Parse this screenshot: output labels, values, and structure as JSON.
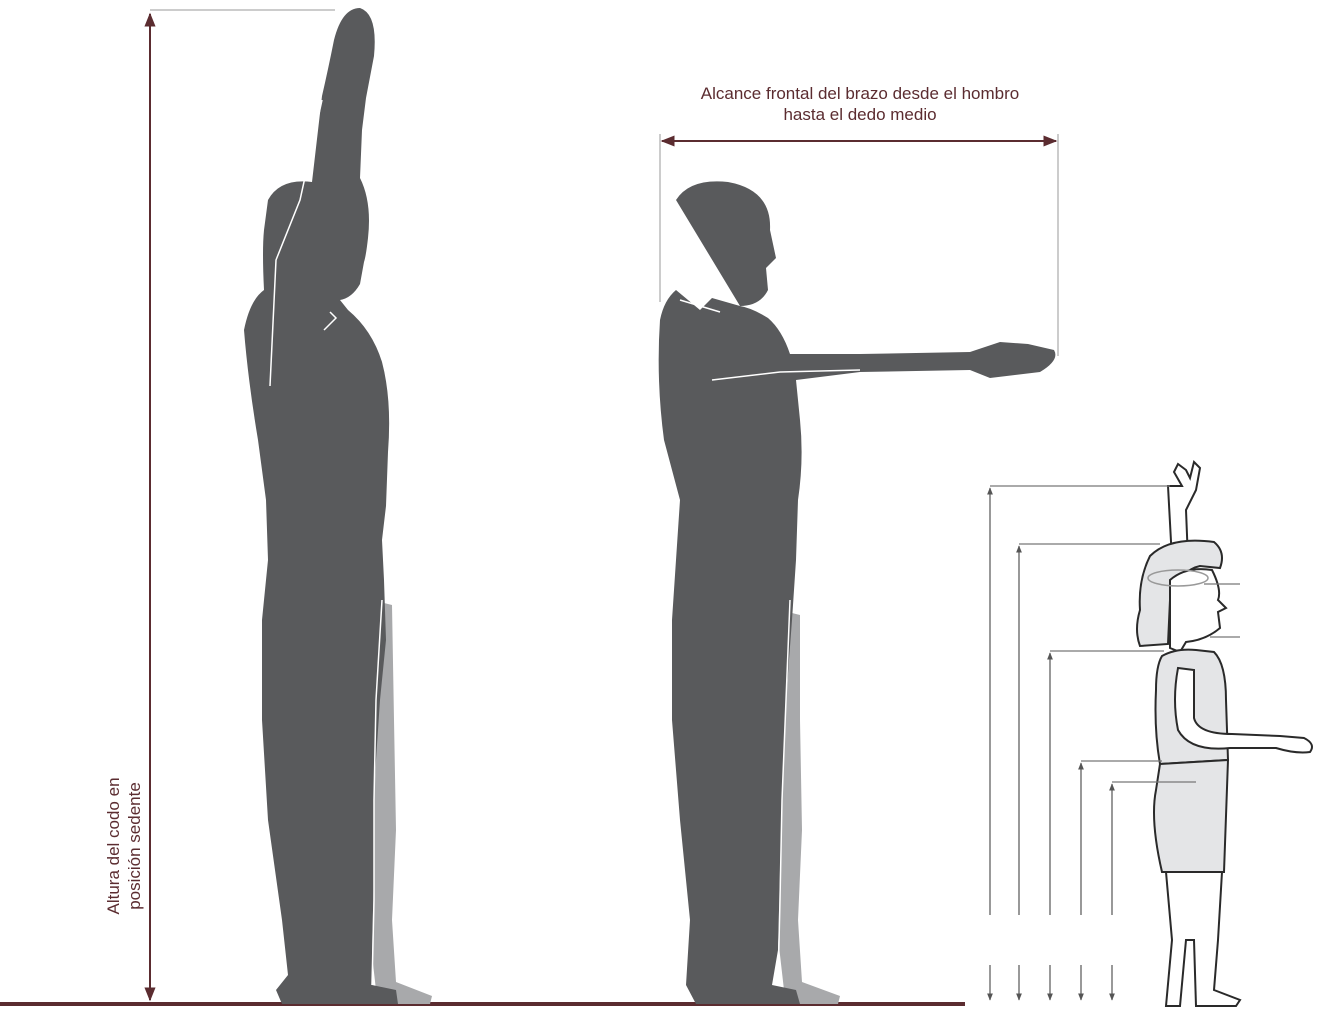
{
  "annotations": {
    "vertical_label_line1": "Altura del codo en",
    "vertical_label_line2": "posición sedente",
    "reach_label_line1": "Alcance frontal del brazo desde el hombro",
    "reach_label_line2": "hasta el dedo medio"
  },
  "colors": {
    "silhouette": "#595a5c",
    "shadow_leg": "#a8a9ab",
    "dimension_line": "#5b2c30",
    "child_fill": "#e4e5e7",
    "child_stroke": "#2a2a2a",
    "floor": "#5b2c30"
  },
  "figures": [
    {
      "name": "man-arm-raised",
      "description": "adult male silhouette, arm raised vertically"
    },
    {
      "name": "man-arm-forward",
      "description": "adult male silhouette, arm extended forward"
    },
    {
      "name": "child-standing",
      "description": "child line drawing with dimension arrows"
    }
  ]
}
